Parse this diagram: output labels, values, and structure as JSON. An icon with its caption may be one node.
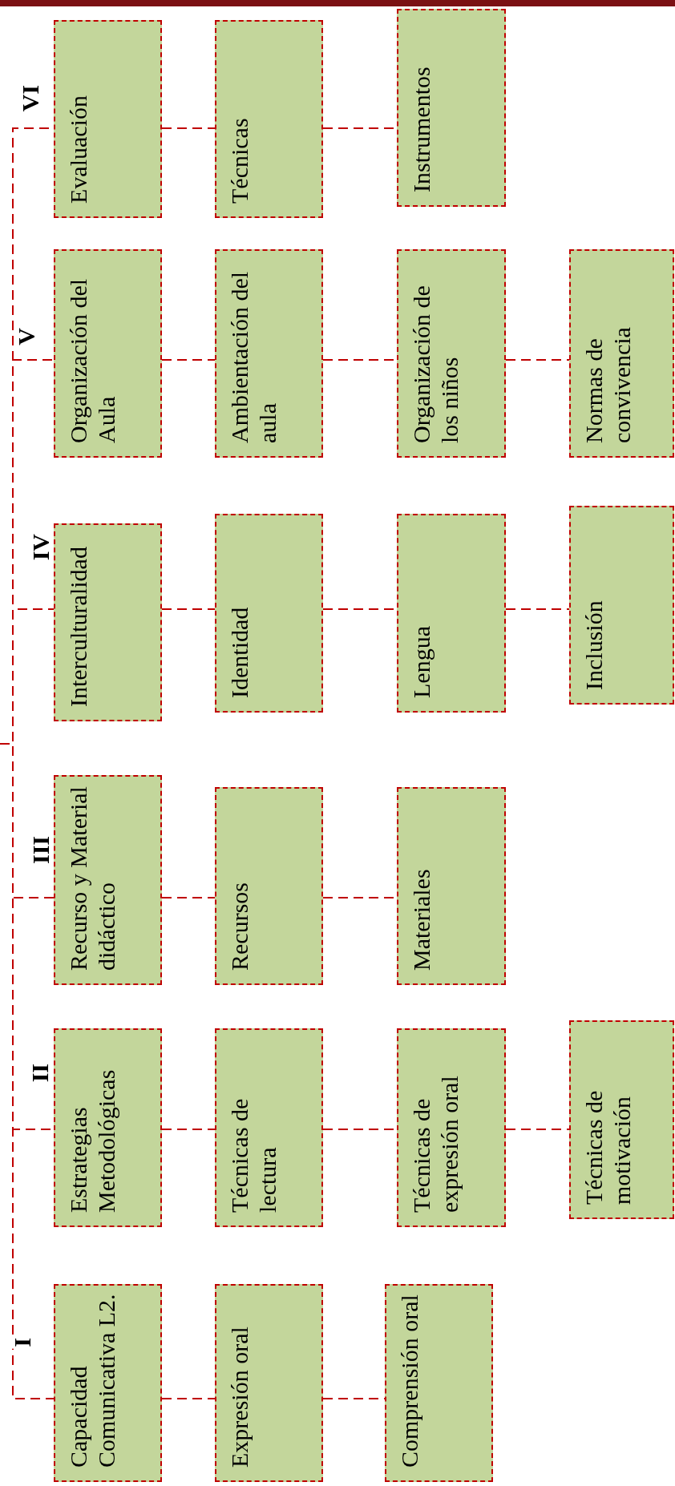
{
  "diagram": {
    "nodes": [
      {
        "text": [
          "Capacidad Comunicativa L2."
        ]
      },
      {
        "text": [
          "Expresión oral"
        ]
      },
      {
        "text": [
          "Comprensión oral"
        ]
      },
      {
        "text": [
          "Estrategias Metodológicas"
        ]
      },
      {
        "text": [
          "Técnicas de lectura"
        ]
      },
      {
        "text": [
          "Técnicas de expresión oral"
        ]
      },
      {
        "text": [
          "Técnicas de motivación"
        ]
      },
      {
        "text": [
          "Recurso y Material didáctico"
        ]
      },
      {
        "text": [
          "Recursos"
        ]
      },
      {
        "text": [
          "Materiales"
        ]
      },
      {
        "text": [
          "Interculturalidad"
        ]
      },
      {
        "text": [
          "Identidad"
        ]
      },
      {
        "text": [
          "Lengua"
        ]
      },
      {
        "text": [
          "Inclusión"
        ]
      },
      {
        "text": [
          "Organización del Aula"
        ]
      },
      {
        "text": [
          "Ambientación del aula"
        ]
      },
      {
        "text": [
          "Organización de los niños"
        ]
      },
      {
        "text": [
          "Normas de convivencia"
        ]
      },
      {
        "text": [
          "Evaluación"
        ]
      },
      {
        "text": [
          "Técnicas"
        ]
      },
      {
        "text": [
          "Instrumentos"
        ]
      }
    ],
    "edges": [
      {
        "from": null,
        "to": 0,
        "arrow": "none",
        "style": "dashed"
      },
      {
        "from": null,
        "to": 3,
        "arrow": "none",
        "style": "dashed"
      },
      {
        "from": null,
        "to": 7,
        "arrow": "none",
        "style": "dashed"
      },
      {
        "from": null,
        "to": 10,
        "arrow": "none",
        "style": "dashed"
      },
      {
        "from": null,
        "to": 14,
        "arrow": "none",
        "style": "dashed"
      },
      {
        "from": null,
        "to": 18,
        "arrow": "none",
        "style": "dashed"
      },
      {
        "from": 0,
        "to": 1,
        "arrow": "none",
        "style": "dashed"
      },
      {
        "from": 1,
        "to": 2,
        "arrow": "none",
        "style": "dashed"
      },
      {
        "from": 3,
        "to": 4,
        "arrow": "none",
        "style": "dashed"
      },
      {
        "from": 4,
        "to": 5,
        "arrow": "none",
        "style": "dashed"
      },
      {
        "from": 5,
        "to": 6,
        "arrow": "none",
        "style": "dashed"
      },
      {
        "from": 7,
        "to": 8,
        "arrow": "none",
        "style": "dashed"
      },
      {
        "from": 8,
        "to": 9,
        "arrow": "none",
        "style": "dashed"
      },
      {
        "from": 10,
        "to": 11,
        "arrow": "none",
        "style": "dashed"
      },
      {
        "from": 11,
        "to": 12,
        "arrow": "none",
        "style": "dashed"
      },
      {
        "from": 12,
        "to": 13,
        "arrow": "none",
        "style": "dashed"
      },
      {
        "from": 14,
        "to": 15,
        "arrow": "none",
        "style": "dashed"
      },
      {
        "from": 15,
        "to": 16,
        "arrow": "none",
        "style": "dashed"
      },
      {
        "from": 16,
        "to": 17,
        "arrow": "none",
        "style": "dashed"
      },
      {
        "from": 18,
        "to": 19,
        "arrow": "none",
        "style": "dashed"
      },
      {
        "from": 19,
        "to": 20,
        "arrow": "none",
        "style": "dashed"
      }
    ],
    "labels": [
      "I",
      "II",
      "III",
      "IV",
      "V",
      "VI"
    ]
  }
}
